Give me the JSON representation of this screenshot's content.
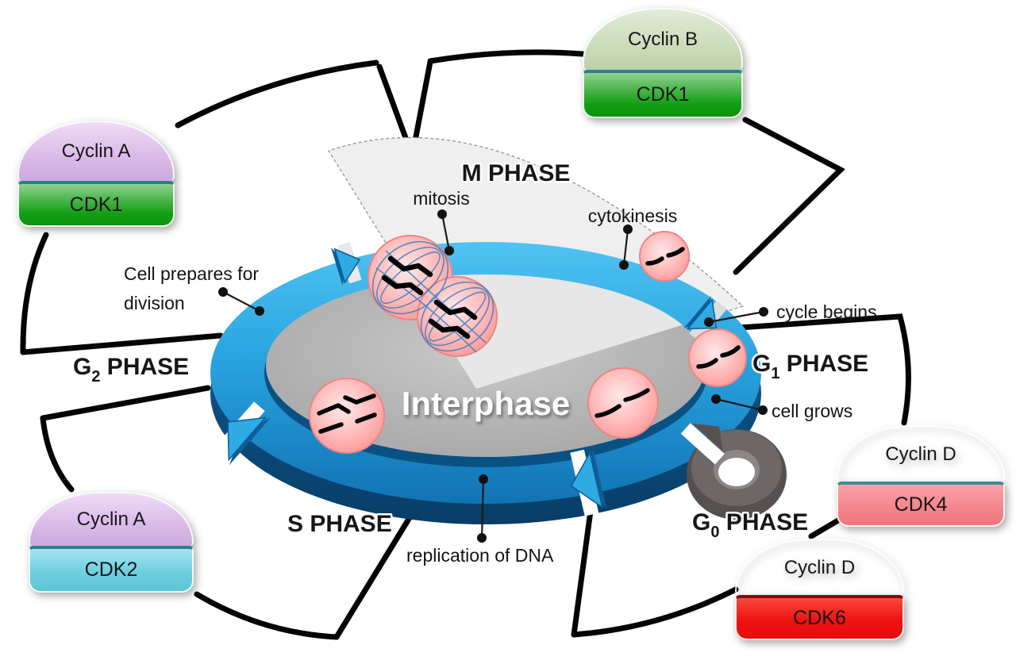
{
  "interphase": {
    "label": "Interphase"
  },
  "phases": {
    "m": {
      "label": "M PHASE"
    },
    "s": {
      "label": "S PHASE"
    },
    "g1": {
      "base": "G",
      "sub": "1",
      "rest": " PHASE"
    },
    "g2": {
      "base": "G",
      "sub": "2",
      "rest": " PHASE"
    },
    "g0": {
      "base": "G",
      "sub": "0",
      "rest": " PHASE"
    }
  },
  "annotations": {
    "mitosis": "mitosis",
    "cytokinesis": "cytokinesis",
    "cycle_begins": "cycle begins",
    "cell_grows": "cell grows",
    "replication": "replication of DNA",
    "prepare_line1": "Cell prepares for",
    "prepare_line2": "division"
  },
  "complexes": [
    {
      "cyclin": "Cyclin A",
      "cdk": "CDK1",
      "cyclin_color": "#dcbce9",
      "cdk_color": "#129e12"
    },
    {
      "cyclin": "Cyclin B",
      "cdk": "CDK1",
      "cyclin_color": "#c8d9b6",
      "cdk_color": "#129e12"
    },
    {
      "cyclin": "Cyclin A",
      "cdk": "CDK2",
      "cyclin_color": "#dcbce9",
      "cdk_color": "#6fcfe0"
    },
    {
      "cyclin": "Cyclin D",
      "cdk": "CDK4",
      "cyclin_color": "#fbd2a0",
      "cdk_color": "#f4838b"
    },
    {
      "cyclin": "Cyclin D",
      "cdk": "CDK6",
      "cyclin_color": "#fbd2a0",
      "cdk_color": "#ef1210"
    }
  ],
  "colors": {
    "ring_blue": "#29a8e0",
    "ring_dark_side": "#0c4d80",
    "disk_gray": "#b3b3b3",
    "m_wedge_gray": "#ededed",
    "cell_pink": "#fba6a6",
    "g0_arrow_gray": "#565050",
    "outline_black": "#040404"
  }
}
